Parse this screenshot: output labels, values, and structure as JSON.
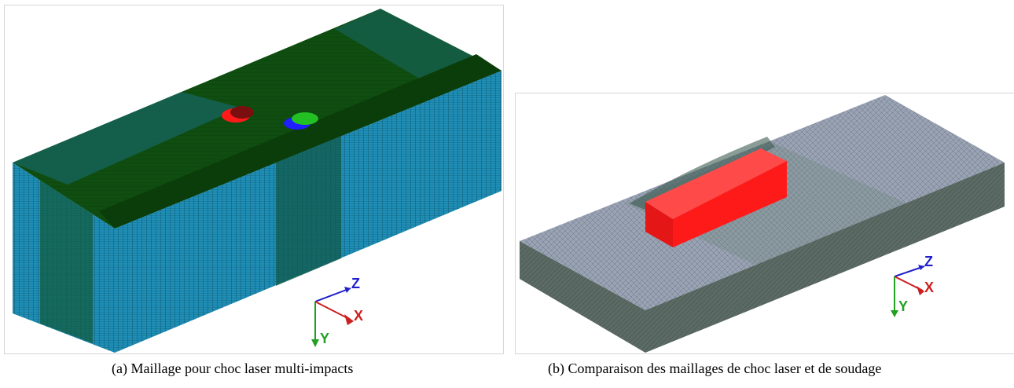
{
  "figure": {
    "panel_a": {
      "caption": "(a)  Maillage pour choc laser multi-impacts",
      "axes": {
        "z": "Z",
        "x": "X",
        "y": "Y"
      },
      "colors": {
        "mesh_side": "#1f8fb8",
        "mesh_top": "#0f4a0e",
        "impact_1": "#ff1a1a",
        "impact_2": "#1f1fff",
        "impact_3": "#22c022"
      }
    },
    "panel_b": {
      "caption": "(b)  Comparaison des maillages de choc laser et de soudage",
      "axes": {
        "z": "Z",
        "x": "X",
        "y": "Y"
      },
      "colors": {
        "mesh_plate": "#8c97a6",
        "weld_block": "#ff2020"
      }
    }
  }
}
